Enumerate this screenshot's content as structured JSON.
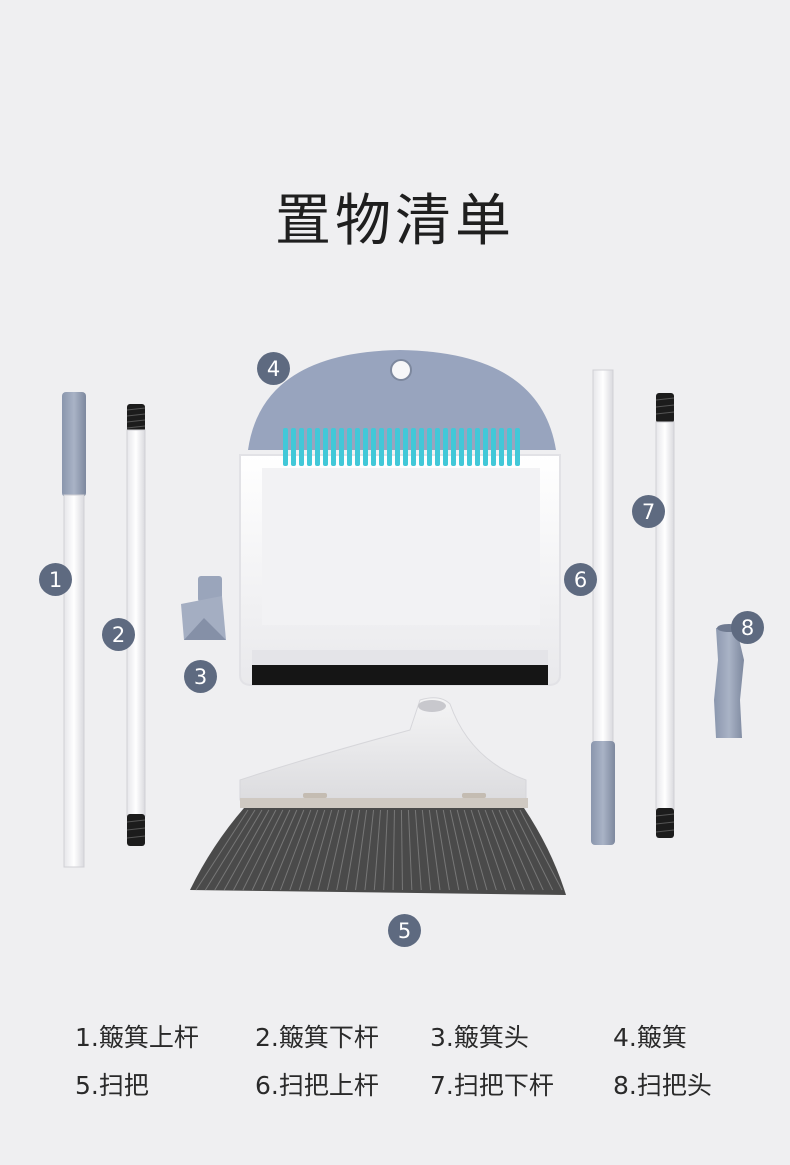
{
  "title": "置物清单",
  "badges": [
    "1",
    "2",
    "3",
    "4",
    "5",
    "6",
    "7",
    "8"
  ],
  "legend": [
    "1.簸箕上杆",
    "2.簸箕下杆",
    "3.簸箕头",
    "4.簸箕",
    "5.扫把",
    "6.扫把上杆",
    "7.扫把下杆",
    "8.扫把头"
  ],
  "colors": {
    "background": "#efeff1",
    "accent_blue_grey": "#8e9ab5",
    "badge": "#5e6a80",
    "teeth": "#42c8d8",
    "bristle": "#4a4a4a"
  }
}
